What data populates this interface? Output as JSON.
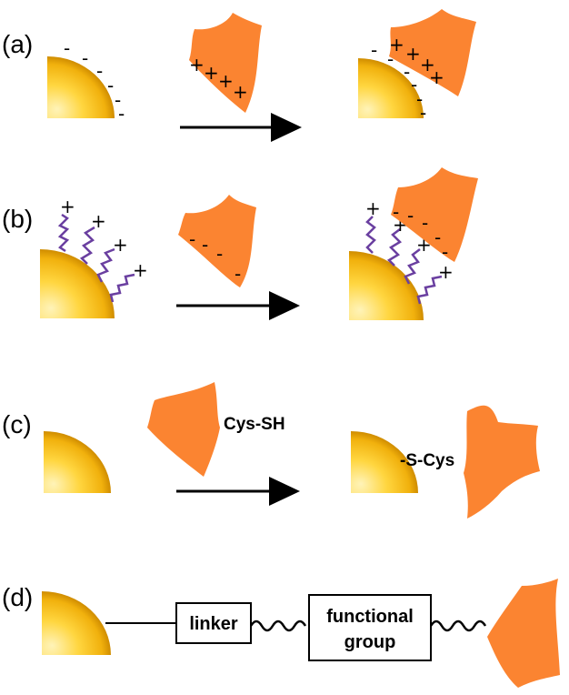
{
  "panels": [
    {
      "label": "(a)"
    },
    {
      "label": "(b)"
    },
    {
      "label": "(c)"
    },
    {
      "label": "(d)"
    }
  ],
  "charges": {
    "negative": "-",
    "positive": "+"
  },
  "panel_c": {
    "protein_group": "Cys-SH",
    "bond_label": "-S-Cys"
  },
  "panel_d": {
    "linker_label": "linker",
    "functional_line1": "functional",
    "functional_line2": "group"
  },
  "colors": {
    "protein": "#fb8431",
    "gold_center": "#ffe98a",
    "gold_edge": "#d08e00",
    "ligand": "#6a3fa0"
  }
}
